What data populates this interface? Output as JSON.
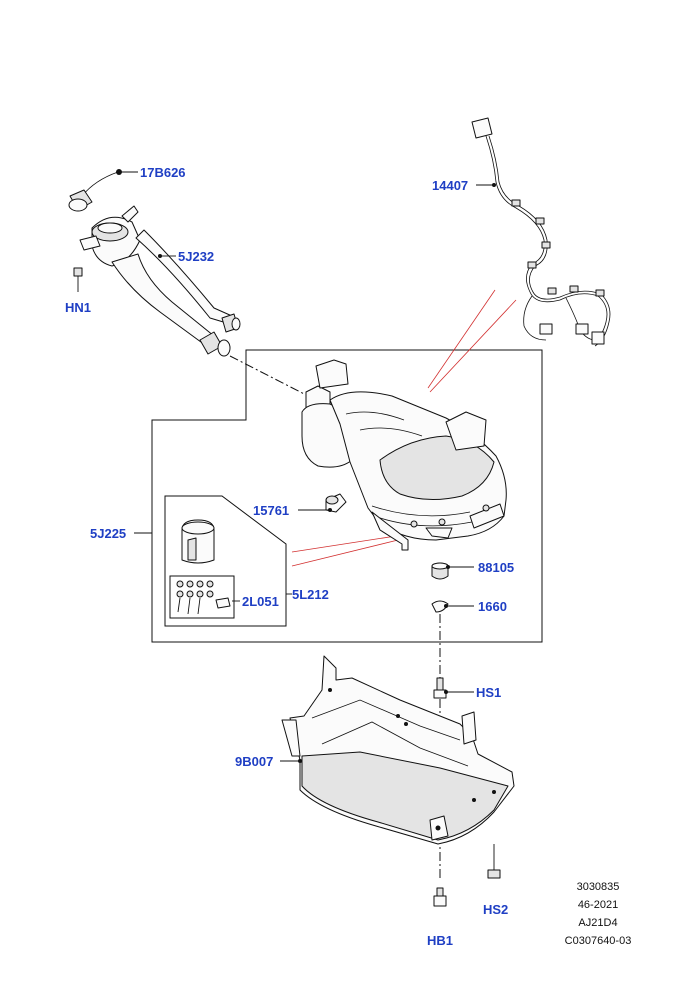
{
  "labels": {
    "cap_strap": "17B626",
    "filler_pipe": "5J232",
    "filler_nut": "HN1",
    "wiring_harness": "14407",
    "tank_assembly": "5J225",
    "sensor": "15761",
    "pump_kit": "5L212",
    "fixing_kit": "2L051",
    "insulator": "88105",
    "washer": "1660",
    "shield_stud": "HS1",
    "shield": "9B007",
    "shield_screw": "HS2",
    "bolt": "HB1"
  },
  "reference": {
    "line1": "3030835",
    "line2": "46-2021",
    "line3": "AJ21D4",
    "line4": "C0307640-03"
  },
  "colors": {
    "label": "#1f3fc4",
    "ink": "#111111",
    "callout_red": "#d23030"
  }
}
